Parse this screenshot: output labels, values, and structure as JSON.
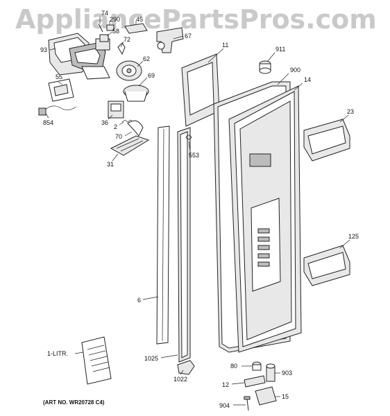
{
  "watermark": "AppliancePartsPros.com",
  "art_number": "(ART NO. WR20728 C4)",
  "callouts": {
    "c74": "74",
    "c290": "290",
    "c45": "45",
    "c58": "58",
    "c67": "67",
    "c93": "93",
    "c72": "72",
    "c62": "62",
    "c11": "11",
    "c911": "911",
    "c900": "900",
    "c14": "14",
    "c55": "55",
    "c69": "69",
    "c854": "854",
    "c36": "36",
    "c2": "2",
    "c70": "70",
    "c23": "23",
    "c553": "553",
    "c31": "31",
    "c125": "125",
    "c6": "6",
    "c1litr": "1-LITR.",
    "c1025": "1025",
    "c80": "80",
    "c903": "903",
    "c1022": "1022",
    "c12": "12",
    "c15": "15",
    "c904": "904"
  }
}
